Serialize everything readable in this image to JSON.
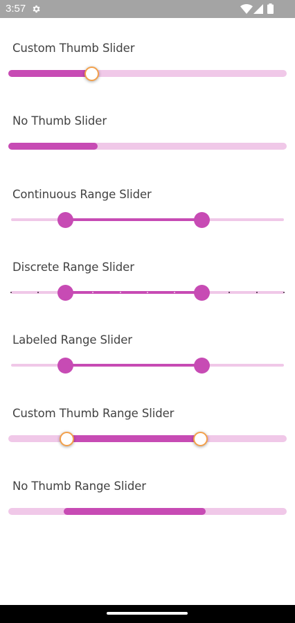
{
  "status_bar": {
    "time": "3:57",
    "icons": [
      "gear-icon",
      "wifi-icon",
      "signal-icon",
      "battery-icon"
    ]
  },
  "colors": {
    "active_track": "#c74bb4",
    "inactive_track": "#f0c8e8",
    "custom_thumb_border": "#f3a04a",
    "status_bar": "#a4a4a4"
  },
  "sliders": [
    {
      "label": "Custom Thumb Slider",
      "type": "single",
      "thumb": "custom",
      "value": 0.3
    },
    {
      "label": "No Thumb Slider",
      "type": "single",
      "thumb": "none",
      "value": 0.32
    },
    {
      "label": "Continuous Range Slider",
      "type": "range",
      "thumb": "default",
      "start": 0.2,
      "end": 0.7
    },
    {
      "label": "Discrete Range Slider",
      "type": "range",
      "thumb": "default",
      "start": 0.2,
      "end": 0.7,
      "divisions": 10
    },
    {
      "label": "Labeled Range Slider",
      "type": "range",
      "thumb": "default",
      "start": 0.2,
      "end": 0.7
    },
    {
      "label": "Custom Thumb Range Slider",
      "type": "range",
      "thumb": "custom",
      "start": 0.21,
      "end": 0.69
    },
    {
      "label": "No Thumb Range Slider",
      "type": "range",
      "thumb": "none",
      "start": 0.2,
      "end": 0.71
    }
  ]
}
